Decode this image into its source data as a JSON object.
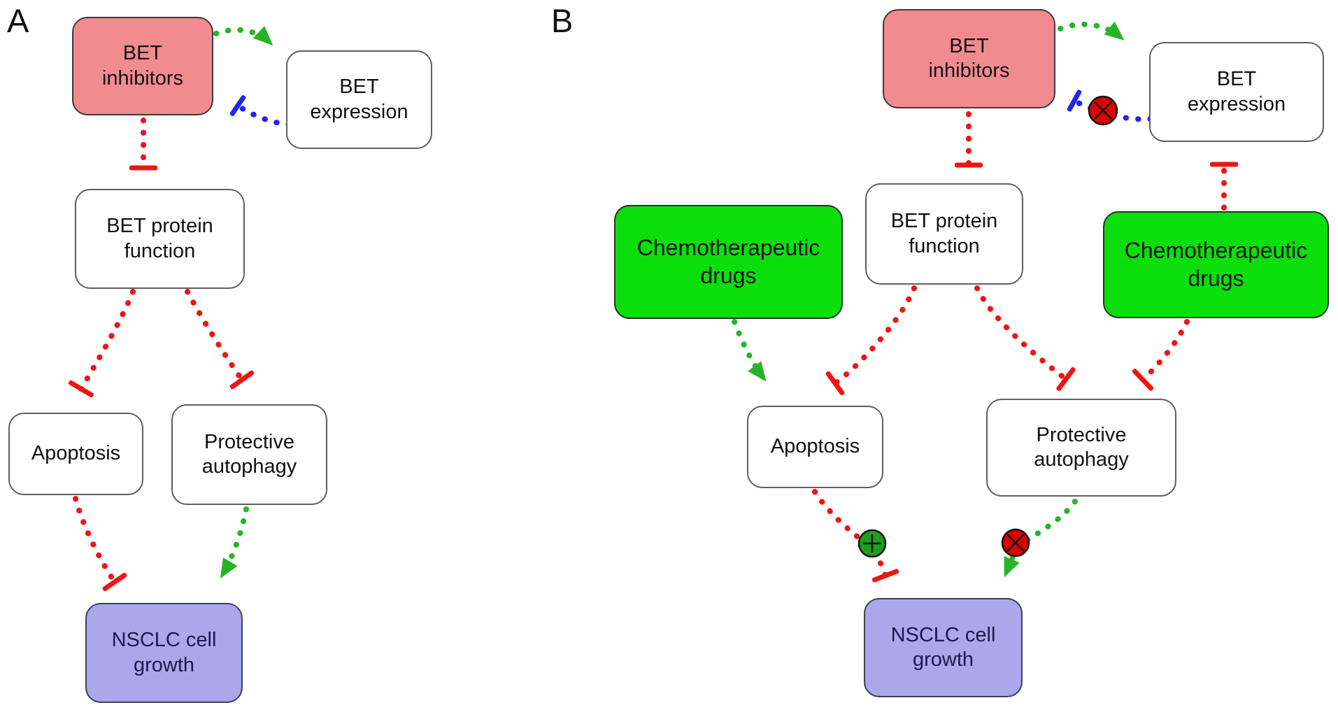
{
  "panels": {
    "A": {
      "label": "A",
      "nodes": {
        "bet_inhibitors": "BET\ninhibitors",
        "bet_expression": "BET\nexpression",
        "bet_protein_function": "BET protein\nfunction",
        "apoptosis": "Apoptosis",
        "protective_autophagy": "Protective\nautophagy",
        "nsclc_cell_growth": "NSCLC cell\ngrowth"
      }
    },
    "B": {
      "label": "B",
      "nodes": {
        "bet_inhibitors": "BET\ninhibitors",
        "bet_expression": "BET\nexpression",
        "chemotherapeutic_drugs_left": "Chemotherapeutic\ndrugs",
        "bet_protein_function": "BET protein\nfunction",
        "chemotherapeutic_drugs_right": "Chemotherapeutic\ndrugs",
        "apoptosis": "Apoptosis",
        "protective_autophagy": "Protective\nautophagy",
        "nsclc_cell_growth": "NSCLC cell\ngrowth"
      }
    }
  },
  "icons": {
    "activation_arrowhead": "green-arrowhead-icon",
    "inhibition_tee": "tee-bar-icon",
    "blocked_marker": "red-circle-x-icon",
    "enhanced_marker": "green-circle-plus-icon"
  },
  "colors": {
    "inhibitor_box": "#f28b8f",
    "chemo_box": "#0bdf0b",
    "growth_box": "#aba7ea",
    "plain_box": "#ffffff",
    "activation": "#28b428",
    "inhibition": "#ee1515",
    "feedback": "#2424ee",
    "blocked_marker": "#dd0000",
    "enhanced_marker": "#1e9e1e"
  }
}
